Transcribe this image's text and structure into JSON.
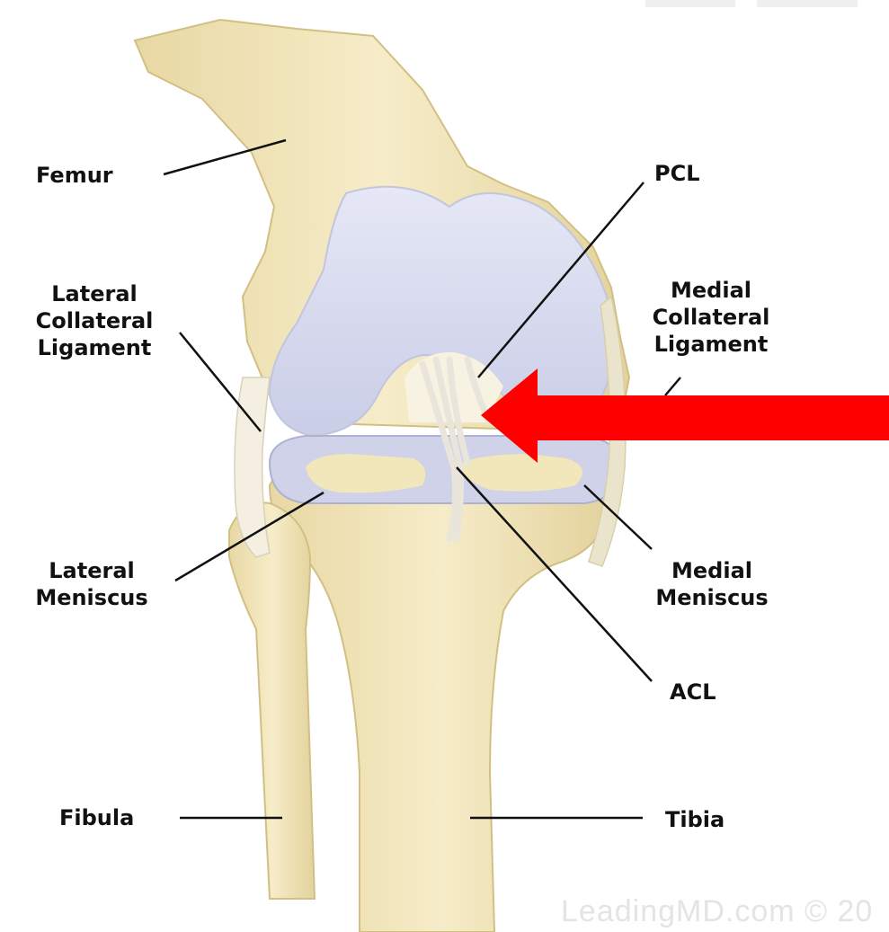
{
  "labels": {
    "femur": "Femur",
    "pcl": "PCL",
    "lcl": [
      "Lateral",
      "Collateral",
      "Ligament"
    ],
    "mcl": [
      "Medial",
      "Collateral",
      "Ligament"
    ],
    "lateral_meniscus": [
      "Lateral",
      "Meniscus"
    ],
    "medial_meniscus": [
      "Medial",
      "Meniscus"
    ],
    "acl": "ACL",
    "fibula": "Fibula",
    "tibia": "Tibia"
  },
  "watermark": "LeadingMD.com © 20",
  "colors": {
    "bone": "#f3e7bf",
    "bone_shadow": "#dccb93",
    "cartilage": "#d9dcef",
    "arrow": "#ff0000"
  }
}
